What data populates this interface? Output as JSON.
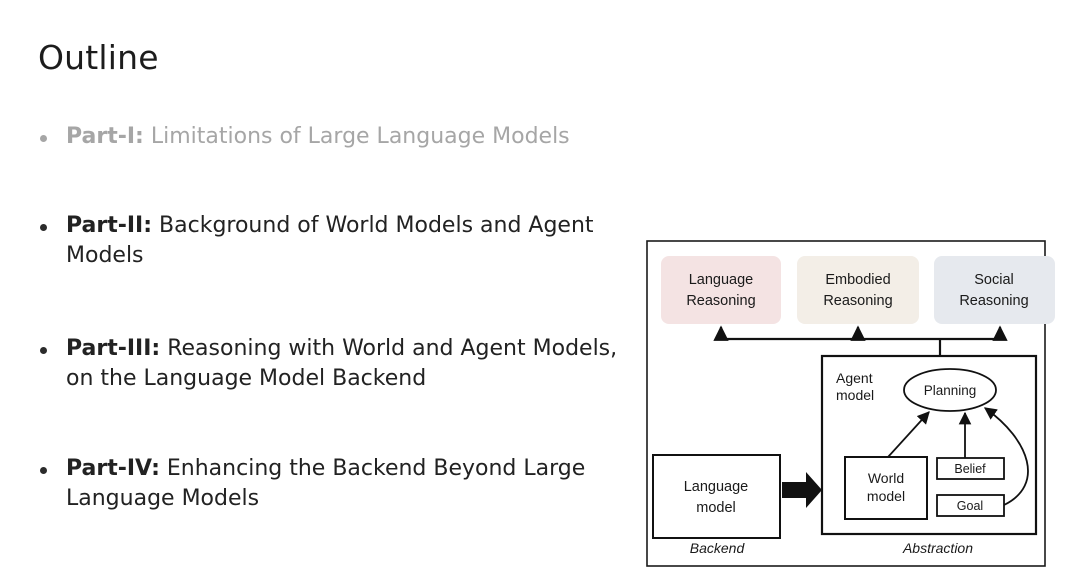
{
  "slide": {
    "title": "Outline",
    "bullets": [
      {
        "part": "Part-I:",
        "text": " Limitations of Large Language Models",
        "faded": true
      },
      {
        "part": "Part-II:",
        "text": " Background of World Models and Agent Models",
        "faded": false
      },
      {
        "part": "Part-III:",
        "text": " Reasoning with World and Agent Models, on the Language Model Backend",
        "faded": false
      },
      {
        "part": "Part-IV:",
        "text": " Enhancing the Backend Beyond Large Language Models",
        "faded": false
      }
    ]
  },
  "diagram": {
    "reasoning": [
      {
        "line1": "Language",
        "line2": "Reasoning",
        "color": "#f4e3e3"
      },
      {
        "line1": "Embodied",
        "line2": "Reasoning",
        "color": "#f3eee7"
      },
      {
        "line1": "Social",
        "line2": "Reasoning",
        "color": "#e6e9ee"
      }
    ],
    "language_model": {
      "line1": "Language",
      "line2": "model"
    },
    "agent_model": {
      "line1": "Agent",
      "line2": "model"
    },
    "planning": "Planning",
    "world_model": {
      "line1": "World",
      "line2": "model"
    },
    "belief": "Belief",
    "goal": "Goal",
    "backend_label": "Backend",
    "abstraction_label": "Abstraction"
  }
}
